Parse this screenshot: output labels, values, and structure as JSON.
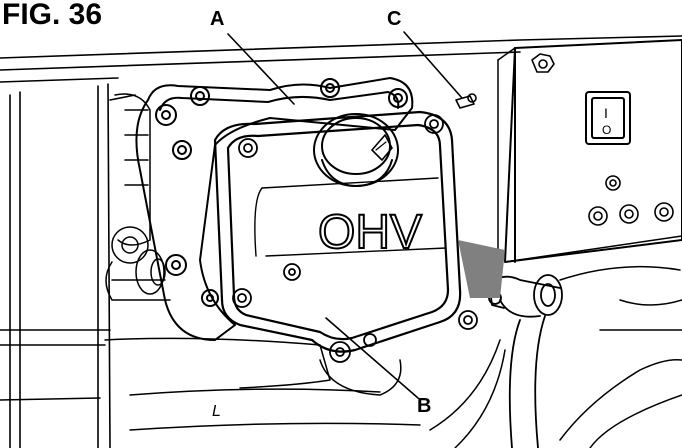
{
  "figure": {
    "title": "FIG. 36",
    "embossed_text": "OHV",
    "switch_symbols": {
      "on": "I",
      "off": "O"
    },
    "floor_mark": "L",
    "callouts": [
      {
        "id": "A",
        "label": "A"
      },
      {
        "id": "B",
        "label": "B"
      },
      {
        "id": "C",
        "label": "C"
      }
    ]
  },
  "colors": {
    "line": "#000000",
    "background": "#ffffff",
    "shade": "#808080"
  }
}
